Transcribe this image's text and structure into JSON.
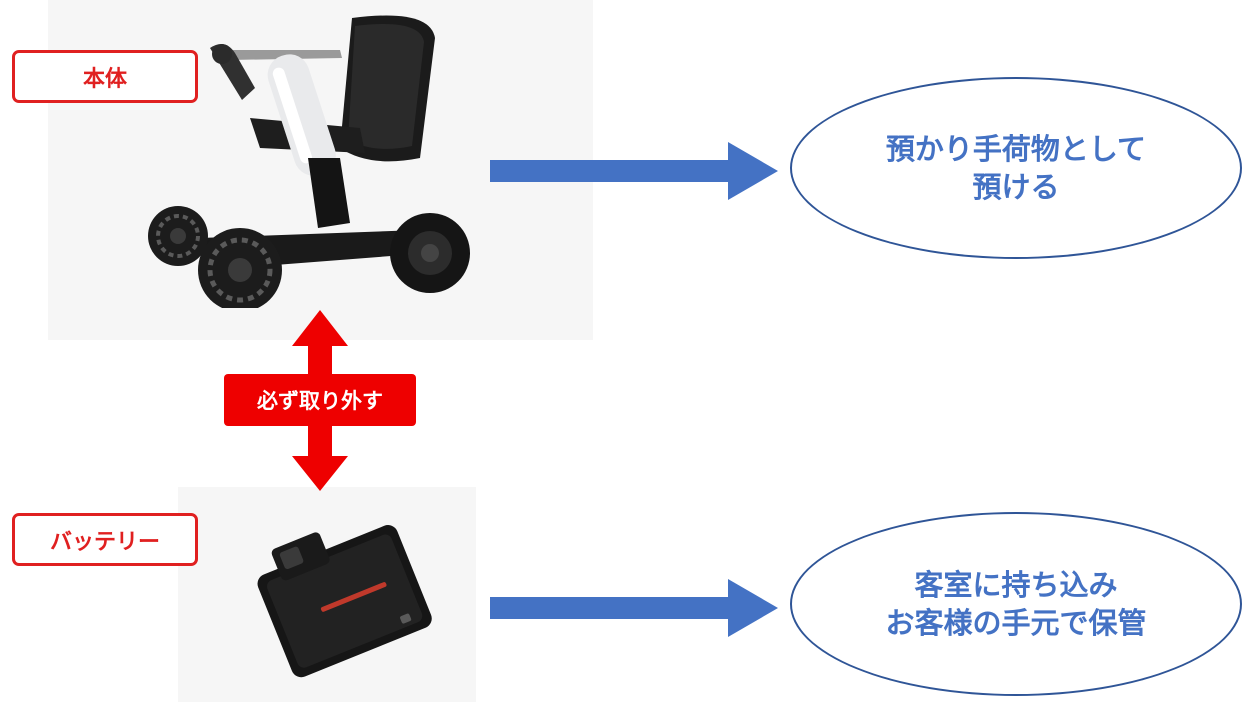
{
  "labels": {
    "main_body": "本体",
    "battery": "バッテリー"
  },
  "remove_instruction": "必ず取り外す",
  "destinations": {
    "main_body": [
      "預かり手荷物として",
      "預ける"
    ],
    "battery": [
      "客室に持ち込み",
      "お客様の手元で保管"
    ]
  },
  "colors": {
    "label_red": "#e02020",
    "flow_arrow_blue": "#4472c4",
    "ellipse_border": "#2f5597",
    "remove_red": "#ee0000"
  },
  "icons": {
    "main_image": "wheelchair-image",
    "battery_image": "battery-image"
  }
}
